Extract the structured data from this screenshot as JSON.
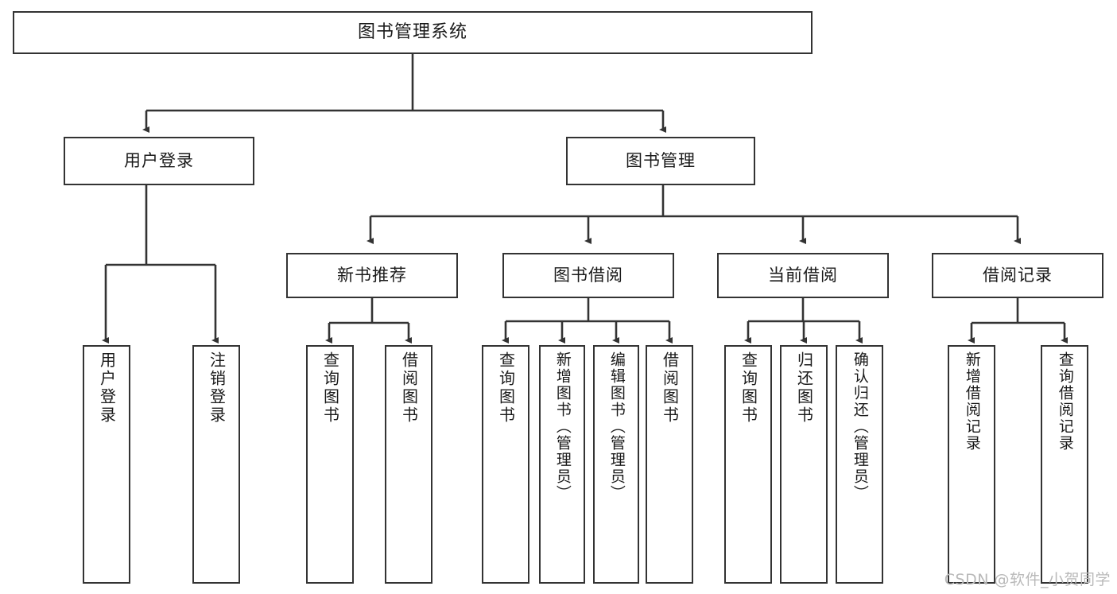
{
  "diagram": {
    "title": "图书管理系统",
    "type": "hierarchy-tree",
    "watermark": "CSDN @软件_小贺同学",
    "levels": {
      "root": {
        "label": "图书管理系统"
      },
      "level2": [
        {
          "label": "用户登录"
        },
        {
          "label": "图书管理"
        }
      ],
      "level3": [
        {
          "label": "新书推荐"
        },
        {
          "label": "图书借阅"
        },
        {
          "label": "当前借阅"
        },
        {
          "label": "借阅记录"
        }
      ],
      "leaves": [
        {
          "label": "用户登录",
          "parent": "用户登录"
        },
        {
          "label": "注销登录",
          "parent": "用户登录"
        },
        {
          "label": "查询图书",
          "parent": "新书推荐"
        },
        {
          "label": "借阅图书",
          "parent": "新书推荐"
        },
        {
          "label": "查询图书",
          "parent": "图书借阅"
        },
        {
          "label": "新增图书（管理员）",
          "parent": "图书借阅"
        },
        {
          "label": "编辑图书（管理员）",
          "parent": "图书借阅"
        },
        {
          "label": "借阅图书",
          "parent": "图书借阅"
        },
        {
          "label": "查询图书",
          "parent": "当前借阅"
        },
        {
          "label": "归还图书",
          "parent": "当前借阅"
        },
        {
          "label": "确认归还（管理员）",
          "parent": "当前借阅"
        },
        {
          "label": "新增借阅记录",
          "parent": "借阅记录"
        },
        {
          "label": "查询借阅记录",
          "parent": "借阅记录"
        }
      ]
    },
    "colors": {
      "stroke": "#333333",
      "background": "#ffffff",
      "text": "#1a1a1a",
      "watermark": "#b9b9b9"
    }
  }
}
